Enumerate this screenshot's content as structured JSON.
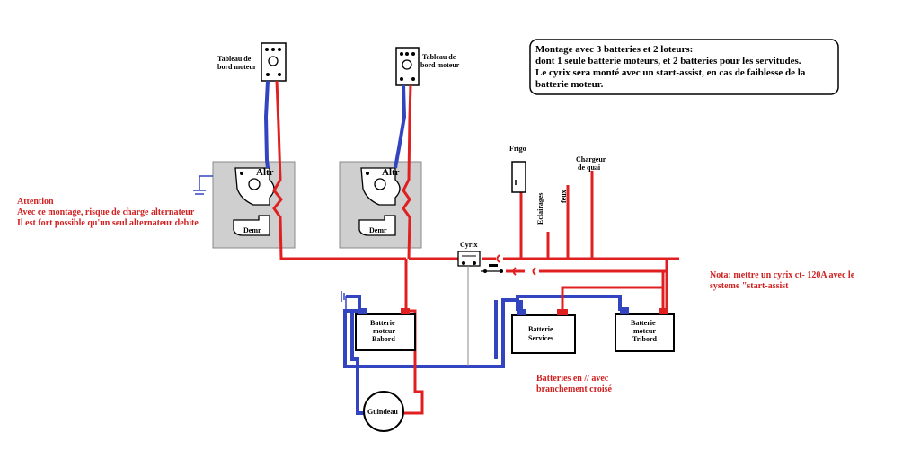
{
  "colors": {
    "positive_wire": "#e02020",
    "negative_wire": "#3344c0",
    "engine_block": "#cfcfcf",
    "note_text": "#d02020"
  },
  "note": {
    "line1": "Montage avec 3 batteries et 2 loteurs:",
    "line2": "dont 1 seule batterie moteurs,  et 2 batteries pour les servitudes.",
    "line3": " Le cyrix sera monté avec un start-assist, en cas de faiblesse de la",
    "line4": "batterie moteur."
  },
  "dashboards": [
    {
      "label_line1": "Tableau de",
      "label_line2": "bord moteur"
    },
    {
      "label_line1": "Tableau de",
      "label_line2": "bord moteur"
    }
  ],
  "engines": [
    {
      "alternator": "Altr",
      "starter": "Demr"
    },
    {
      "alternator": "Altr",
      "starter": "Demr"
    }
  ],
  "attention": {
    "line1": "Attention",
    "line2": "Avec ce montage, risque de charge alternateur",
    "line3": "Il est fort possible qu'un seul alternateur debite"
  },
  "consumers": {
    "frigo": "Frigo",
    "chargeur_line1": "Chargeur",
    "chargeur_line2": "de quai",
    "eclairages": "Eclairages",
    "feux": "feux"
  },
  "cyrix": "Cyrix",
  "batteries": {
    "babord": [
      "Batterie",
      "moteur",
      "Babord"
    ],
    "services": [
      "Batterie",
      "Services"
    ],
    "tribord": [
      "Batterie",
      "moteur",
      "Tribord"
    ]
  },
  "guindeau": "Guindeau",
  "parallel_note": {
    "line1": "Batteries en // avec",
    "line2": "branchement croisé"
  },
  "nota": {
    "line1": "Nota: mettre un cyrix ct- 120A avec le",
    "line2": "systeme \"start-assist"
  }
}
